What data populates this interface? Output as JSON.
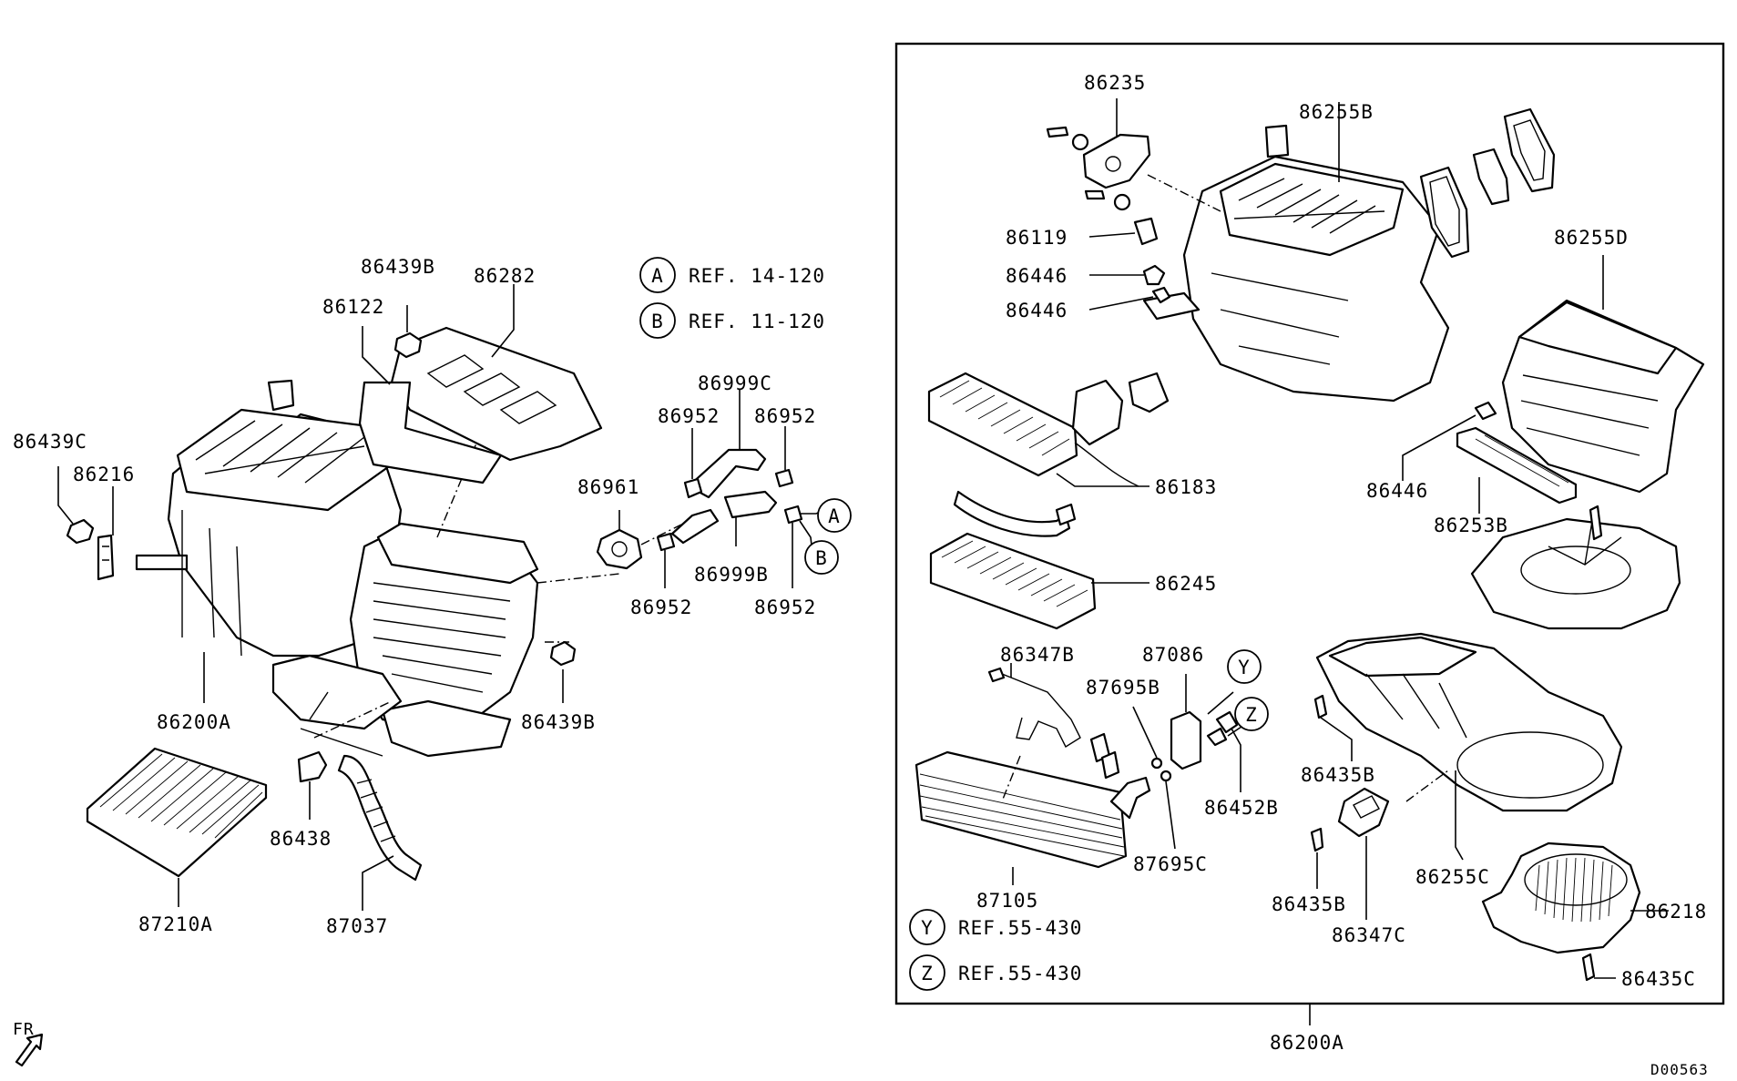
{
  "labels": {
    "p86439B_top": "86439B",
    "p86282": "86282",
    "p86122": "86122",
    "p86439C": "86439C",
    "p86216": "86216",
    "p86200A_left": "86200A",
    "p86439B_right": "86439B",
    "p86438": "86438",
    "p87210A": "87210A",
    "p87037": "87037",
    "p86999C": "86999C",
    "p86952_a": "86952",
    "p86952_b": "86952",
    "p86961": "86961",
    "p86952_c": "86952",
    "p86999B": "86999B",
    "p86952_d": "86952",
    "p86235": "86235",
    "p86255B": "86255B",
    "p86119": "86119",
    "p86446_a": "86446",
    "p86446_b": "86446",
    "p86255D": "86255D",
    "p86183": "86183",
    "p86446_c": "86446",
    "p86253B": "86253B",
    "p86245": "86245",
    "p86347B": "86347B",
    "p87086": "87086",
    "p87695B": "87695B",
    "p86452B": "86452B",
    "p86435B_a": "86435B",
    "p87695C": "87695C",
    "p87105": "87105",
    "p86255C": "86255C",
    "p86435B_b": "86435B",
    "p86347C": "86347C",
    "p86218": "86218",
    "p86435C": "86435C",
    "p86200A_bottom": "86200A",
    "diagram_code": "D00563",
    "fr": "FR"
  },
  "callouts": {
    "A_letter": "A",
    "A_ref": "REF. 14-120",
    "B_letter": "B",
    "B_ref": "REF. 11-120",
    "Y_letter": "Y",
    "Y_ref": "REF.55-430",
    "Z_letter": "Z",
    "Z_ref": "REF.55-430"
  }
}
